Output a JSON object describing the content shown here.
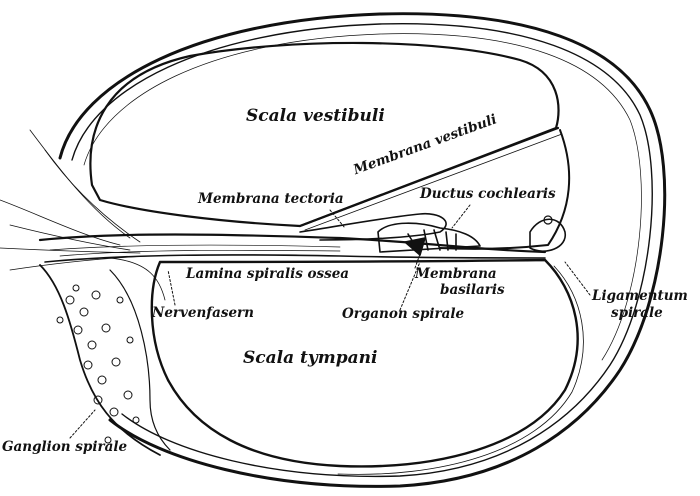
{
  "labels": {
    "scala_vestibuli": "Scala vestibuli",
    "membrana_vestibuli": "Membrana vestibuli",
    "ductus_cochlearis": "Ductus cochlearis",
    "membrana_tectoria": "Membrana tectoria",
    "lamina_spiralis_ossea": "Lamina spiralis ossea",
    "membrana_basilaris_1": "Membrana",
    "membrana_basilaris_2": "basilaris",
    "ligamentum_spirale_1": "Ligamentum",
    "ligamentum_spirale_2": "spirale",
    "nervenfasern": "Nervenfasern",
    "organon_spirale": "Organon spirale",
    "scala_tympani": "Scala tympani",
    "ganglion_spirale": "Ganglion spirale"
  }
}
